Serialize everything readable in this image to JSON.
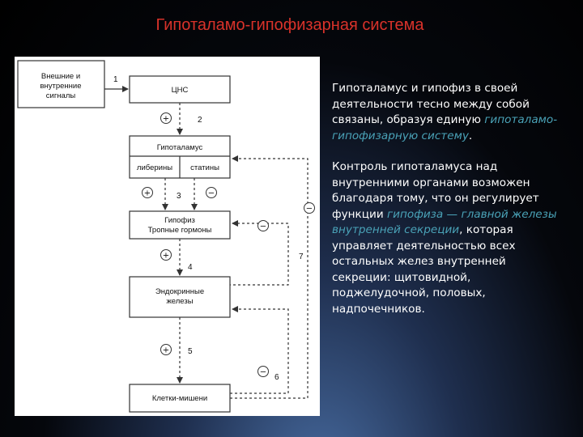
{
  "slide": {
    "title": "Гипоталамо-гипофизарная система"
  },
  "diagram": {
    "nodes": {
      "external": [
        "Внешние и",
        "внутренние",
        "сигналы"
      ],
      "cns": "ЦНС",
      "hypothalamus": "Гипоталамус",
      "liberins": "либерины",
      "statins": "статины",
      "pituitary": [
        "Гипофиз",
        "Тропные гормоны"
      ],
      "endocrine": [
        "Эндокринные",
        "железы"
      ],
      "targets": "Клетки-мишени"
    },
    "numbers": [
      "1",
      "2",
      "3",
      "4",
      "5",
      "6",
      "7"
    ],
    "signs": {
      "plus": "+",
      "minus": "−"
    }
  },
  "text": {
    "p1_part1": "Гипоталамус и гипофиз в своей деятельности тесно между собой связаны, образуя единую ",
    "p1_link": "гипоталамо-гипофизарную систему",
    "p1_end": ".",
    "p2_part1": "Контроль гипоталамуса над внутренними органами возможен благодаря тому, что он регулирует функции ",
    "p2_link": "гипофиза — главной железы внутренней секреции",
    "p2_part2": ", которая управляет деятельностью всех остальных желез внутренней секреции: щитовидной, поджелудочной, половых, надпочечников."
  },
  "colors": {
    "title": "#d9322a",
    "link": "#4aa3b8",
    "text": "#ffffff"
  }
}
